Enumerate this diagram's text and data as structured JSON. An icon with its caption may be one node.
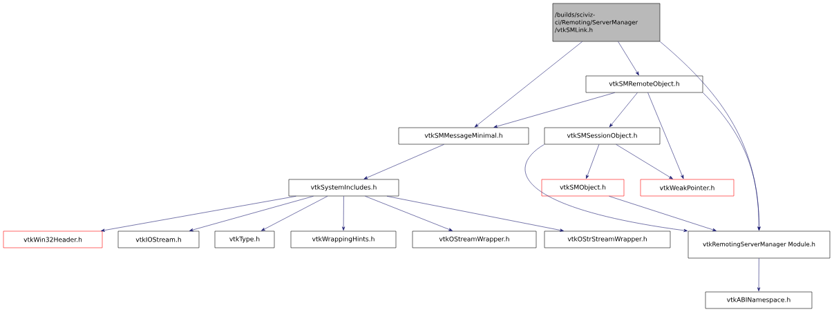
{
  "diagram": {
    "nodes": [
      {
        "text": [
          "/builds/sciviz-ci/Remoting/ServerManager /vtkSMLink.h"
        ]
      },
      {
        "text": [
          "vtkSMRemoteObject.h"
        ]
      },
      {
        "text": [
          "vtkSMMessageMinimal.h"
        ]
      },
      {
        "text": [
          "vtkSMSessionObject.h"
        ]
      },
      {
        "text": [
          "vtkSystemIncludes.h"
        ]
      },
      {
        "text": [
          "vtkSMObject.h"
        ]
      },
      {
        "text": [
          "vtkWeakPointer.h"
        ]
      },
      {
        "text": [
          "vtkWin32Header.h"
        ]
      },
      {
        "text": [
          "vtkIOStream.h"
        ]
      },
      {
        "text": [
          "vtkType.h"
        ]
      },
      {
        "text": [
          "vtkWrappingHints.h"
        ]
      },
      {
        "text": [
          "vtkOStreamWrapper.h"
        ]
      },
      {
        "text": [
          "vtkOStrStreamWrapper.h"
        ]
      },
      {
        "text": [
          "vtkRemotingServerManager Module.h"
        ]
      },
      {
        "text": [
          "vtkABINamespace.h"
        ]
      }
    ],
    "edges": [
      {
        "from": 0,
        "to": 2,
        "arrow": "to"
      },
      {
        "from": 0,
        "to": 1,
        "arrow": "to"
      },
      {
        "from": 0,
        "to": 13,
        "arrow": "to"
      },
      {
        "from": 1,
        "to": 2,
        "arrow": "to"
      },
      {
        "from": 1,
        "to": 3,
        "arrow": "to"
      },
      {
        "from": 1,
        "to": 6,
        "arrow": "to"
      },
      {
        "from": 1,
        "to": 13,
        "arrow": "to"
      },
      {
        "from": 2,
        "to": 4,
        "arrow": "to"
      },
      {
        "from": 3,
        "to": 5,
        "arrow": "to"
      },
      {
        "from": 3,
        "to": 6,
        "arrow": "to"
      },
      {
        "from": 3,
        "to": 13,
        "arrow": "to"
      },
      {
        "from": 4,
        "to": 7,
        "arrow": "to"
      },
      {
        "from": 4,
        "to": 8,
        "arrow": "to"
      },
      {
        "from": 4,
        "to": 9,
        "arrow": "to"
      },
      {
        "from": 4,
        "to": 10,
        "arrow": "to"
      },
      {
        "from": 4,
        "to": 11,
        "arrow": "to"
      },
      {
        "from": 4,
        "to": 12,
        "arrow": "to"
      },
      {
        "from": 5,
        "to": 13,
        "arrow": "to"
      },
      {
        "from": 13,
        "to": 14,
        "arrow": "to"
      }
    ]
  }
}
